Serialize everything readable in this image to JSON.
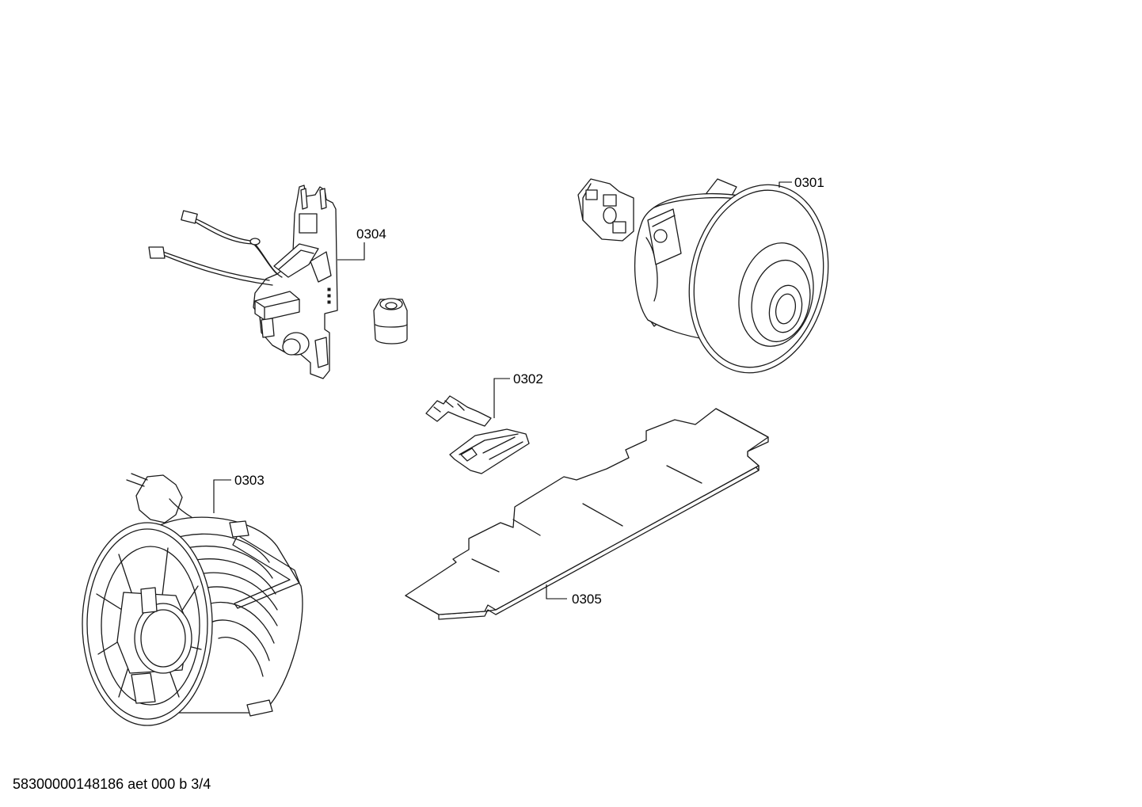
{
  "parts": [
    {
      "id": "motor",
      "label": "0301"
    },
    {
      "id": "switch-connector",
      "label": "0302"
    },
    {
      "id": "cable-reel",
      "label": "0303"
    },
    {
      "id": "control-board",
      "label": "0304"
    },
    {
      "id": "seal-plate",
      "label": "0305"
    }
  ],
  "footer": "58300000148186 aet 000 b 3/4"
}
